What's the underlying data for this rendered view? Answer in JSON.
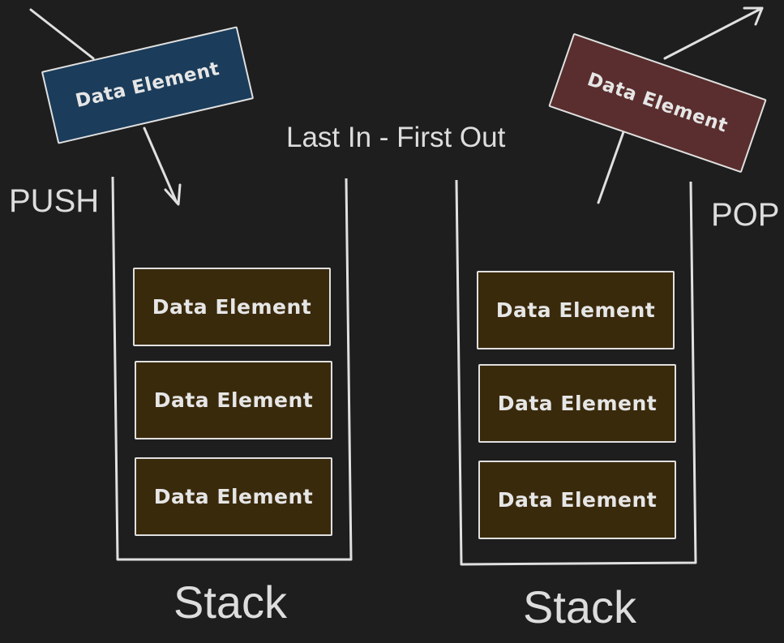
{
  "title": "Last In - First Out",
  "push": {
    "label": "PUSH",
    "element_label": "Data Element"
  },
  "pop": {
    "label": "POP",
    "element_label": "Data Element"
  },
  "stacks": [
    {
      "label": "Stack",
      "items": [
        "Data Element",
        "Data Element",
        "Data Element"
      ]
    },
    {
      "label": "Stack",
      "items": [
        "Data Element",
        "Data Element",
        "Data Element"
      ]
    }
  ],
  "colors": {
    "background": "#1e1e1e",
    "stroke": "#e0e0e0",
    "stack_item_fill": "#3a2a0c",
    "push_fill": "#1b3c5a",
    "pop_fill": "#5a2e2e"
  }
}
